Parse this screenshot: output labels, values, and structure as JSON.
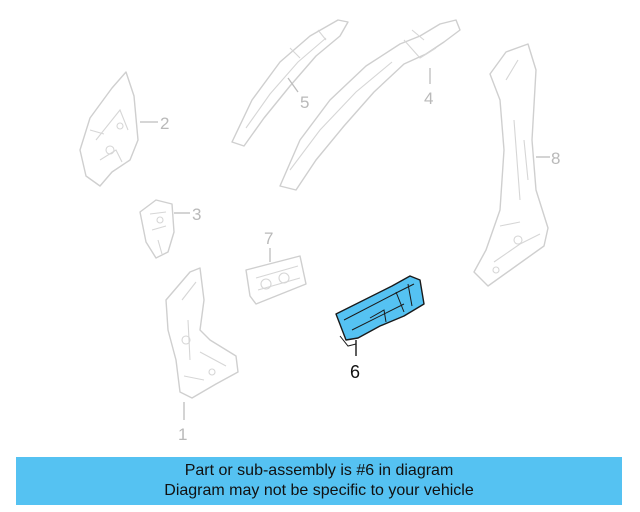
{
  "diagram": {
    "callouts": {
      "c1": "1",
      "c2": "2",
      "c3": "3",
      "c4": "4",
      "c5": "5",
      "c6": "6",
      "c7": "7",
      "c8": "8"
    },
    "highlighted_part": "6",
    "highlight_color": "#55c2f2",
    "part_line_color": "#cfcfcf"
  },
  "banner": {
    "line1": "Part or sub-assembly is #6 in diagram",
    "line2": "Diagram may not be specific to your vehicle",
    "color": "#55c2f2"
  }
}
